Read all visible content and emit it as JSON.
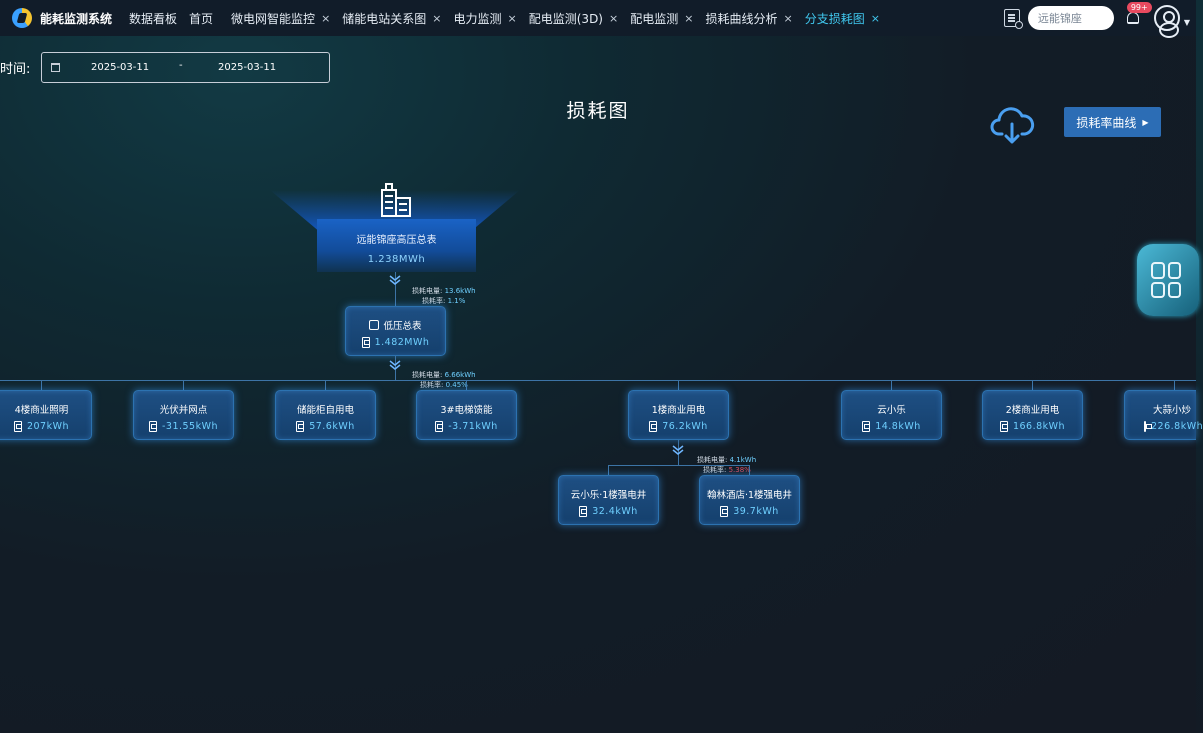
{
  "app": {
    "title": "能耗监测系统"
  },
  "tabs": [
    {
      "label": "数据看板",
      "closable": false
    },
    {
      "label": "首页",
      "closable": false
    },
    {
      "label": "微电网智能监控",
      "closable": true
    },
    {
      "label": "储能电站关系图",
      "closable": true
    },
    {
      "label": "电力监测",
      "closable": true
    },
    {
      "label": "配电监测(3D)",
      "closable": true
    },
    {
      "label": "配电监测",
      "closable": true
    },
    {
      "label": "损耗曲线分析",
      "closable": true
    },
    {
      "label": "分支损耗图",
      "closable": true,
      "active": true
    }
  ],
  "header": {
    "site_input_value": "远能锦座",
    "notification_badge": "99+"
  },
  "filter": {
    "time_label": "时间:",
    "start_date": "2025-03-11",
    "separator": "-",
    "end_date": "2025-03-11"
  },
  "page": {
    "title": "损耗图",
    "curve_button": "损耗率曲线"
  },
  "tree": {
    "root": {
      "name": "远能锦座高压总表",
      "value": "1.238MWh"
    },
    "root_loss": {
      "energy_label": "损耗电量:",
      "energy": "13.6kWh",
      "rate_label": "损耗率:",
      "rate": "1.1%"
    },
    "low": {
      "name": "低压总表",
      "value": "1.482MWh"
    },
    "low_loss": {
      "energy_label": "损耗电量:",
      "energy": "6.66kWh",
      "rate_label": "损耗率:",
      "rate": "0.45%"
    },
    "branches": [
      {
        "name": "4楼商业照明",
        "value": "207kWh"
      },
      {
        "name": "光伏并网点",
        "value": "-31.55kWh"
      },
      {
        "name": "储能柜自用电",
        "value": "57.6kWh"
      },
      {
        "name": "3#电梯馈能",
        "value": "-3.71kWh"
      },
      {
        "name": "1楼商业用电",
        "value": "76.2kWh"
      },
      {
        "name": "云小乐",
        "value": "14.8kWh"
      },
      {
        "name": "2楼商业用电",
        "value": "166.8kWh"
      },
      {
        "name": "大蒜小炒",
        "value": "226.8kWh"
      }
    ],
    "sub_loss": {
      "energy_label": "损耗电量:",
      "energy": "4.1kWh",
      "rate_label": "损耗率:",
      "rate": "5.38%"
    },
    "sub_branches": [
      {
        "name": "云小乐·1楼强电井",
        "value": "32.4kWh"
      },
      {
        "name": "翰林酒店·1楼强电井",
        "value": "39.7kWh"
      }
    ]
  }
}
